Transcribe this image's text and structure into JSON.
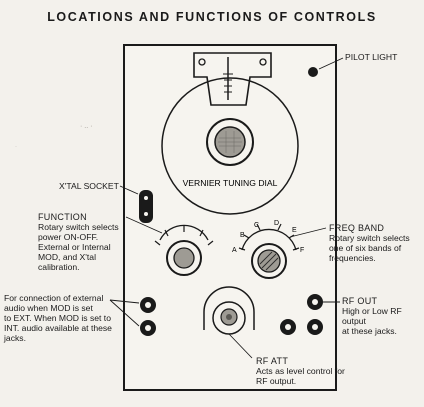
{
  "title": "LOCATIONS AND FUNCTIONS OF CONTROLS",
  "labels": {
    "pilot_light": "PILOT LIGHT",
    "vernier": "VERNIER TUNING DIAL",
    "xtal_socket": "X'TAL SOCKET",
    "function_head": "FUNCTION",
    "function_desc": [
      "Rotary switch selects",
      "power ON-OFF.",
      "External or Internal",
      "MOD, and X'tal",
      "calibration."
    ],
    "freq_head": "FREQ BAND",
    "freq_desc": [
      "Rotary switch selects",
      "one of six bands of",
      "frequencies."
    ],
    "ext_audio_desc": [
      "For connection of external",
      "audio when MOD is set",
      "to EXT.  When MOD is set to",
      "INT. audio available at these",
      "jacks."
    ],
    "rf_out_head": "RF OUT",
    "rf_out_desc": [
      "High or Low RF output",
      "at these jacks."
    ],
    "rf_att_head": "RF ATT",
    "rf_att_desc": [
      "Acts as level control for",
      "RF output."
    ]
  },
  "band_letters": [
    "A",
    "B",
    "C",
    "D",
    "E",
    "F"
  ]
}
